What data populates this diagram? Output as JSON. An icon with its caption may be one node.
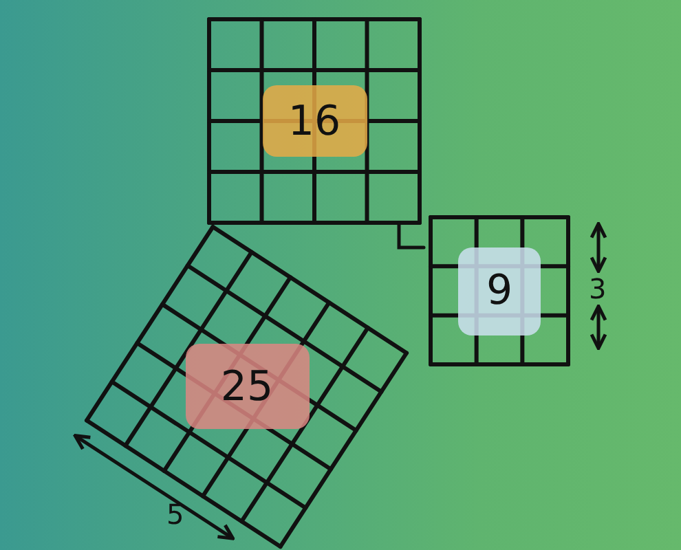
{
  "diagram": {
    "nodes": [
      {
        "text": [
          "16"
        ]
      },
      {
        "text": [
          "9"
        ]
      },
      {
        "text": [
          "25"
        ]
      }
    ],
    "labels": [
      "3",
      "5"
    ]
  }
}
